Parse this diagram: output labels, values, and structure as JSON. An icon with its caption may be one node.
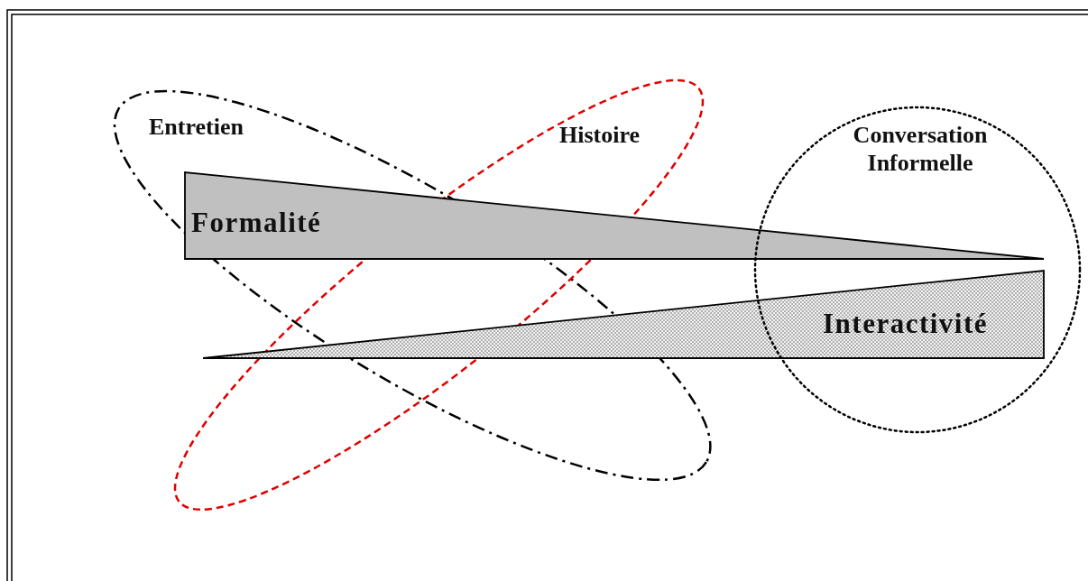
{
  "diagram": {
    "nodes": [
      {
        "text": [
          "Entretien"
        ]
      },
      {
        "text": [
          "Histoire"
        ]
      },
      {
        "text": [
          "Formalité"
        ]
      },
      {
        "text": [
          "Interactivité"
        ]
      },
      {
        "text": [
          "Conversation Informelle"
        ]
      }
    ],
    "edges": []
  }
}
